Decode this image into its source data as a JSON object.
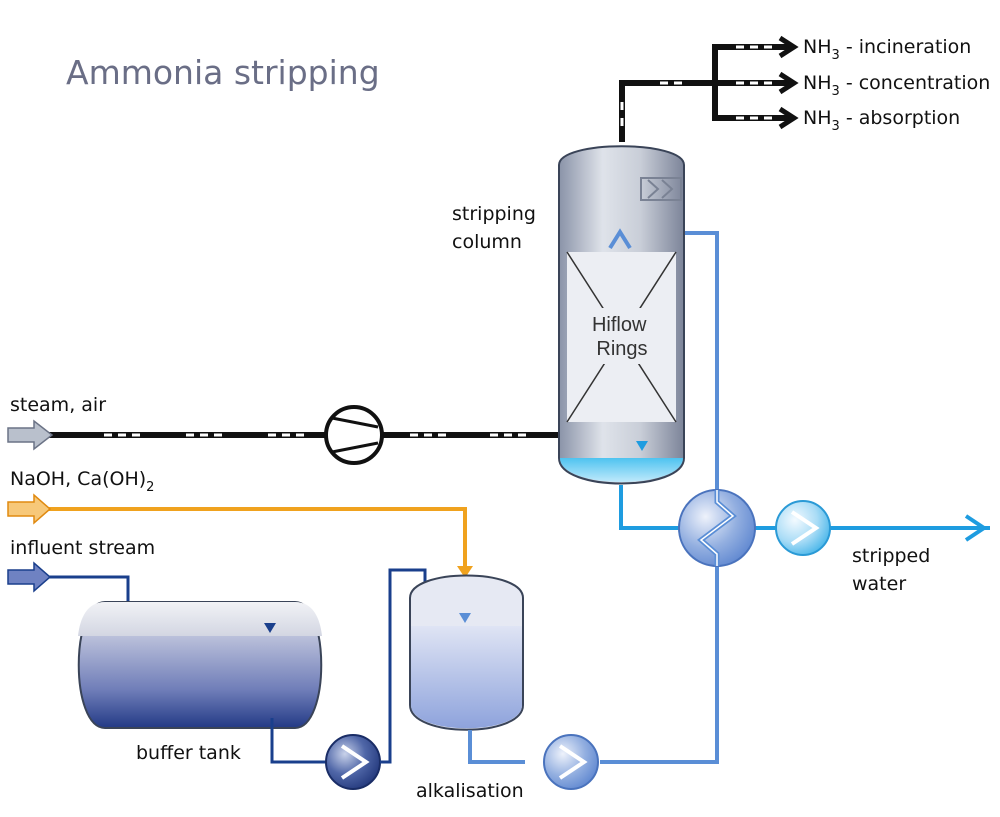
{
  "title": "Ammonia stripping",
  "labels": {
    "steam_air": "steam, air",
    "naoh": "NaOH, Ca(OH)",
    "naoh_sub": "2",
    "influent": "influent stream",
    "buffer_tank": "buffer tank",
    "alkalisation": "alkalisation",
    "stripping_column_1": "stripping",
    "stripping_column_2": "column",
    "hiflow_1": "Hiflow",
    "hiflow_2": "Rings",
    "stripped_water_1": "stripped",
    "stripped_water_2": "water"
  },
  "outputs": [
    {
      "prefix": "NH",
      "sub": "3",
      "suffix": " - incineration"
    },
    {
      "prefix": "NH",
      "sub": "3",
      "suffix": " - concentration"
    },
    {
      "prefix": "NH",
      "sub": "3",
      "suffix": " - absorption"
    }
  ],
  "colors": {
    "steam_line": "#111111",
    "naoh_line": "#f0a21e",
    "influent_line": "#1a3f8c",
    "column_feed_line": "#5a8ed6",
    "stripped_water_line": "#1e9ce0",
    "title": "#6a6e86"
  },
  "icons": [
    "compressor-icon",
    "pump-icon",
    "heat-exchanger-icon",
    "arrow-icon"
  ]
}
